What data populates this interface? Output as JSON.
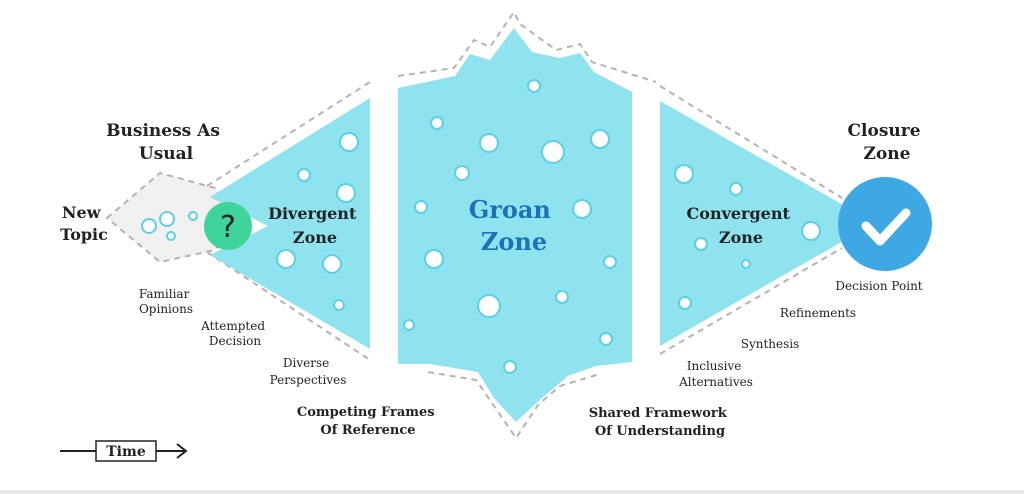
{
  "colors": {
    "zone_fill": "#8fe3ef",
    "bubble_fill": "#ffffff",
    "bubble_stroke": "#5ad0e6",
    "dashed_outline": "#b3b3b3",
    "question_fill": "#3fd59a",
    "check_fill": "#3ea8e4",
    "groan_text": "#1b72b5",
    "label_text": "#222222"
  },
  "labels": {
    "new_topic": [
      "New",
      "Topic"
    ],
    "business_as_usual": [
      "Business As",
      "Usual"
    ],
    "closure_zone": [
      "Closure",
      "Zone"
    ],
    "question_mark": "?",
    "divergent_zone": [
      "Divergent",
      "Zone"
    ],
    "groan_zone": [
      "Groan",
      "Zone"
    ],
    "convergent_zone": [
      "Convergent",
      "Zone"
    ],
    "familiar_opinions": [
      "Familiar",
      "Opinions"
    ],
    "attempted_decision": [
      "Attempted",
      "Decision"
    ],
    "diverse_perspectives": [
      "Diverse",
      "Perspectives"
    ],
    "competing_frames": [
      "Competing Frames",
      "Of Reference"
    ],
    "shared_framework": [
      "Shared Framework",
      "Of Understanding"
    ],
    "inclusive_alternatives": [
      "Inclusive",
      "Alternatives"
    ],
    "synthesis": "Synthesis",
    "refinements": "Refinements",
    "decision_point": "Decision Point",
    "time": "Time"
  },
  "icons": {
    "question": "question-mark-icon",
    "check": "checkmark-icon",
    "arrow": "arrow-right-icon"
  }
}
